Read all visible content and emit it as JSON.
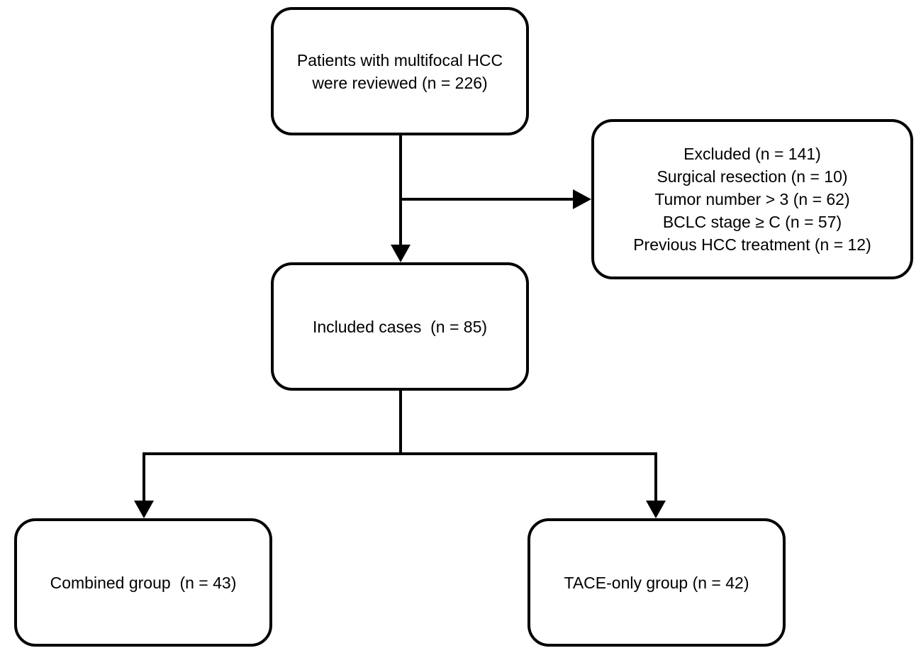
{
  "nodes": {
    "screened": {
      "lines": [
        "Patients with multifocal HCC",
        "were reviewed (n = 226)"
      ]
    },
    "excluded": {
      "lines": [
        "Excluded (n = 141)",
        "Surgical resection (n = 10)",
        "Tumor number > 3 (n = 62)",
        "BCLC stage ≥ C (n = 57)",
        "Previous HCC treatment (n = 12)"
      ]
    },
    "included": {
      "lines": [
        "Included cases  (n = 85)"
      ]
    },
    "combined": {
      "lines": [
        "Combined group  (n = 43)"
      ]
    },
    "tace_only": {
      "lines": [
        "TACE-only group (n = 42)"
      ]
    }
  },
  "edges": [
    {
      "from": "screened",
      "to": "included"
    },
    {
      "from": "screened",
      "to": "excluded"
    },
    {
      "from": "included",
      "to": "combined"
    },
    {
      "from": "included",
      "to": "tace_only"
    }
  ],
  "colors": {
    "stroke": "#000000",
    "box_fill": "#ffffff",
    "background": "#ffffff"
  }
}
